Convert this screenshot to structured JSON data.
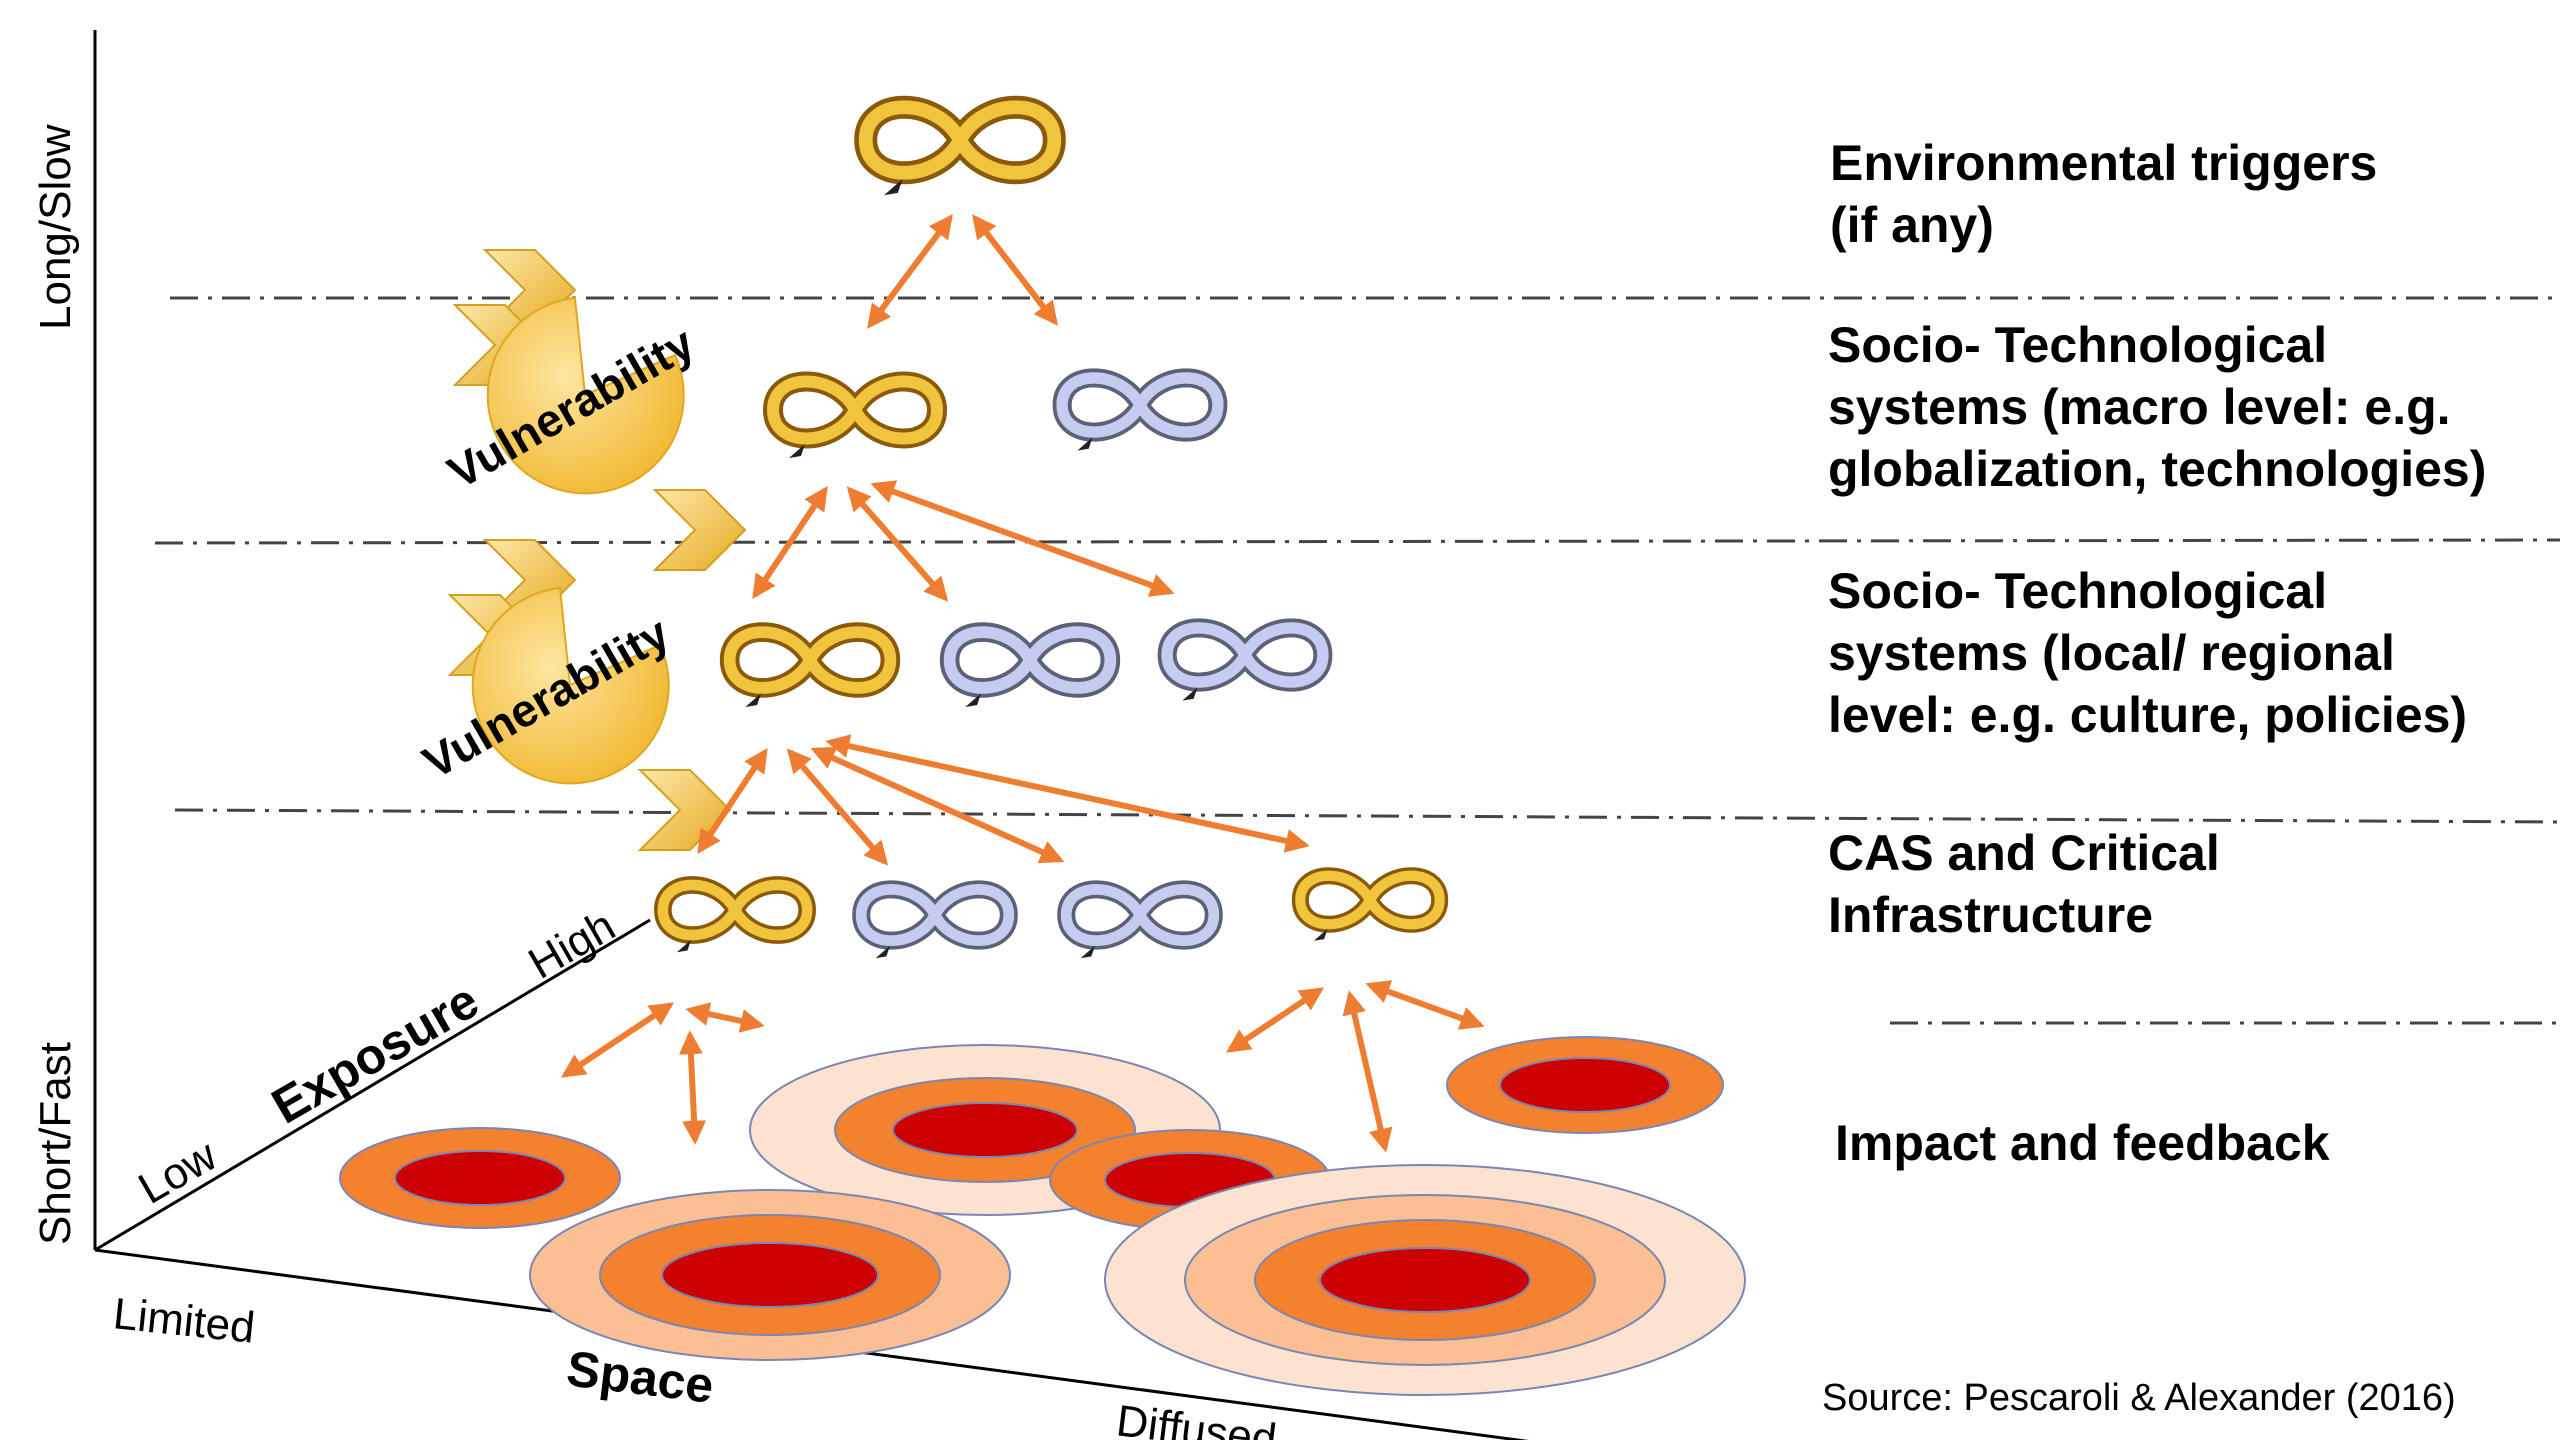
{
  "layers": [
    {
      "id": "env",
      "lines": [
        "Environmental triggers",
        "(if any)"
      ]
    },
    {
      "id": "macro",
      "lines": [
        "Socio- Technological",
        "systems (macro level: e.g.",
        "globalization, technologies)"
      ]
    },
    {
      "id": "local",
      "lines": [
        "Socio- Technological",
        "systems (local/ regional",
        "level:  e.g. culture, policies)"
      ]
    },
    {
      "id": "cas",
      "lines": [
        "CAS and Critical",
        "Infrastructure"
      ]
    },
    {
      "id": "impact",
      "lines": [
        "Impact and feedback"
      ]
    }
  ],
  "axes": {
    "time": {
      "low": "Short/Fast",
      "high": "Long/Slow"
    },
    "space": {
      "label": "Space",
      "low": "Limited",
      "high": "Diffused"
    },
    "exposure": {
      "label": "Exposure",
      "low": "Low",
      "high": "High"
    }
  },
  "vulnerability_label": "Vulnerability",
  "source": "Source: Pescaroli & Alexander (2016)",
  "colors": {
    "gold_loop": "#e0b020",
    "gold_dark": "#a06a10",
    "silver_loop": "#b0b8e0",
    "silver_dark": "#6a6e88",
    "arrow": "#ee7d31",
    "impact_core": "#cc0000",
    "impact_mid": "#f4812d",
    "impact_outer": "#fbbf93",
    "impact_halo": "#fde3cf",
    "vulnerability_fill": "#f5c542"
  }
}
